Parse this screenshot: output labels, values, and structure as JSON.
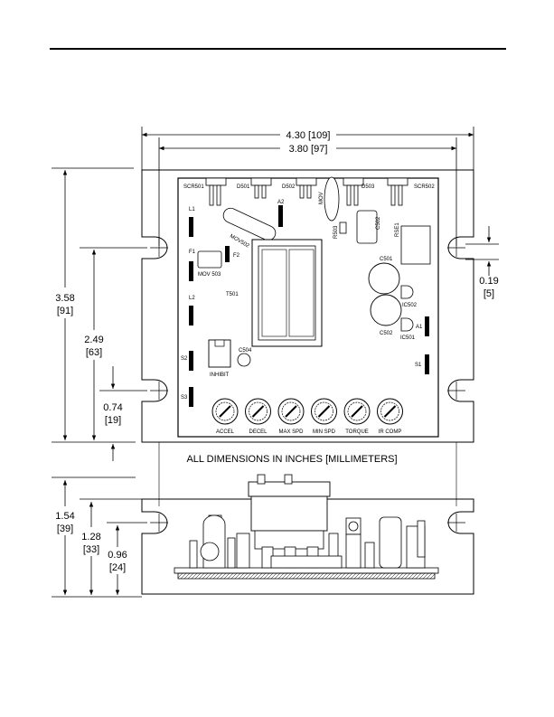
{
  "dimensions": {
    "overall_width": "4.30 [109]",
    "mount_width": "3.80 [97]",
    "overall_height": "3.58",
    "overall_height_mm": "[91]",
    "mount_height": "2.49",
    "mount_height_mm": "[63]",
    "slot_offset": "0.74",
    "slot_offset_mm": "[19]",
    "slot_width": "0.19",
    "slot_width_mm": "[5]",
    "side_height": "1.54",
    "side_height_mm": "[39]",
    "side_mid": "1.28",
    "side_mid_mm": "[33]",
    "side_low": "0.96",
    "side_low_mm": "[24]"
  },
  "caption": "ALL DIMENSIONS IN INCHES [MILLIMETERS]",
  "components": {
    "scr501": "SCR501",
    "d501": "D501",
    "d502": "D502",
    "mov": "MOV",
    "d503": "D503",
    "scr502": "SCR502",
    "a2": "A2",
    "l1": "L1",
    "mov502": "MOV502",
    "r503": "R503",
    "c502_top": "C502",
    "rs1": "RSE1",
    "f1": "F1",
    "f2": "F2",
    "mov503": "MOV 503",
    "c501": "C501",
    "l2": "L2",
    "t501": "T501",
    "ic502": "IC502",
    "a1": "A1",
    "c502": "C502",
    "ic501": "IC501",
    "c504": "C504",
    "s2": "S2",
    "inhibit": "INHIBIT",
    "s1": "S1",
    "s3": "S3"
  },
  "trimpots": [
    "ACCEL",
    "DECEL",
    "MAX SPD",
    "MIN SPD",
    "TORQUE",
    "IR COMP"
  ]
}
